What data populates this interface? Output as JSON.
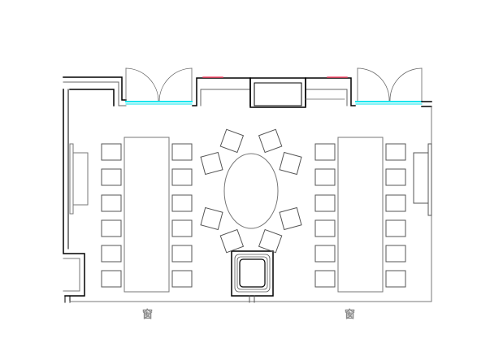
{
  "plan": {
    "window_labels": [
      "窗",
      "窗"
    ],
    "colors": {
      "wall": "#000000",
      "furniture": "#7a7a7a",
      "glass": "#00e5ee",
      "accent": "#ff4d6d"
    },
    "rect_tables": [
      {
        "name": "left-banquet-table",
        "chairs_per_side": 6
      },
      {
        "name": "right-banquet-table",
        "chairs_per_side": 6
      }
    ],
    "oval_table": {
      "chairs": 8
    }
  }
}
